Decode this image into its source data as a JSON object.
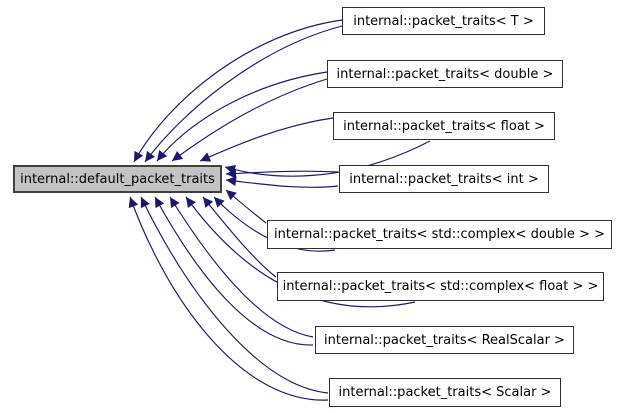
{
  "diagram": {
    "kind": "doxygen-inheritance-graph",
    "base_node": {
      "label": "internal::default_packet_traits",
      "highlighted": true
    },
    "derived_nodes": [
      {
        "label": "internal::packet_traits< T >"
      },
      {
        "label": "internal::packet_traits< double >"
      },
      {
        "label": "internal::packet_traits< float >"
      },
      {
        "label": "internal::packet_traits< int >"
      },
      {
        "label": "internal::packet_traits< std::complex< double > >"
      },
      {
        "label": "internal::packet_traits< std::complex< float > >"
      },
      {
        "label": "internal::packet_traits< RealScalar >"
      },
      {
        "label": "internal::packet_traits< Scalar >"
      }
    ],
    "edges": {
      "relation": "inherits",
      "direction": "derived-to-base",
      "count": 16
    },
    "colors": {
      "edge": "#191970",
      "base_fill": "#c3c3c3",
      "base_border": "#404040",
      "node_fill": "#ffffff",
      "node_border": "#303030",
      "text": "#000000"
    }
  }
}
